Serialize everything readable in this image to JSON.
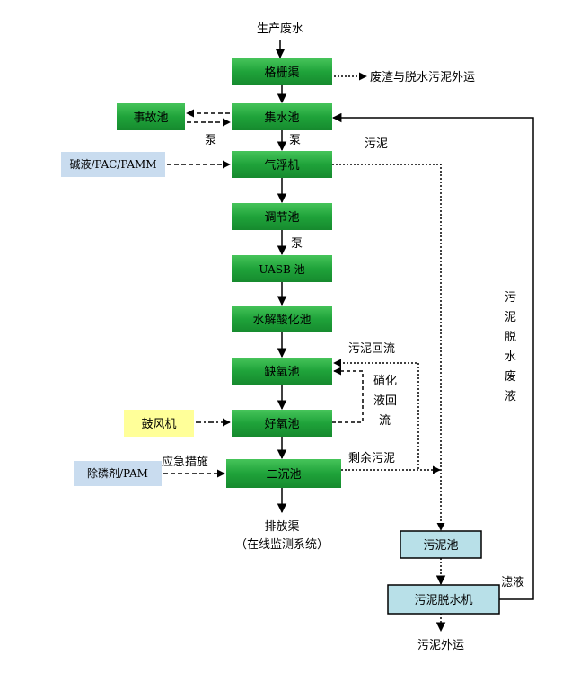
{
  "colors": {
    "process_box": "#1f9d3a",
    "process_box_light": "#5fd06f",
    "chemical_box": "#c9dcef",
    "blower_box": "#ffff99",
    "sludge_box": "#b8e0e8",
    "line": "#000000"
  },
  "labels": {
    "source": "生产废水",
    "screen_output": "废渣与脱水污泥外运",
    "pump_1": "泵",
    "pump_2": "泵",
    "pump_3": "泵",
    "sludge": "污泥",
    "sludge_return": "污泥回流",
    "nitrate_return": [
      "硝化",
      "液回",
      "流"
    ],
    "emergency": "应急措施",
    "excess_sludge": "剩余污泥",
    "discharge_line1": "排放渠",
    "discharge_line2": "（在线监测系统）",
    "filtrate": "滤液",
    "dewater_wastewater": [
      "污",
      "泥",
      "脱",
      "水",
      "废",
      "液"
    ],
    "sludge_out": "污泥外运"
  },
  "boxes": {
    "screen": "格栅渠",
    "accident": "事故池",
    "collection": "集水池",
    "chemicals_1": "碱液/PAC/PAMM",
    "flotation": "气浮机",
    "regulation": "调节池",
    "uasb": "UASB 池",
    "hydrolysis": "水解酸化池",
    "anoxic": "缺氧池",
    "blower": "鼓风机",
    "aerobic": "好氧池",
    "chemicals_2": "除磷剂/PAM",
    "secondary": "二沉池",
    "sludge_tank": "污泥池",
    "dewater": "污泥脱水机"
  }
}
